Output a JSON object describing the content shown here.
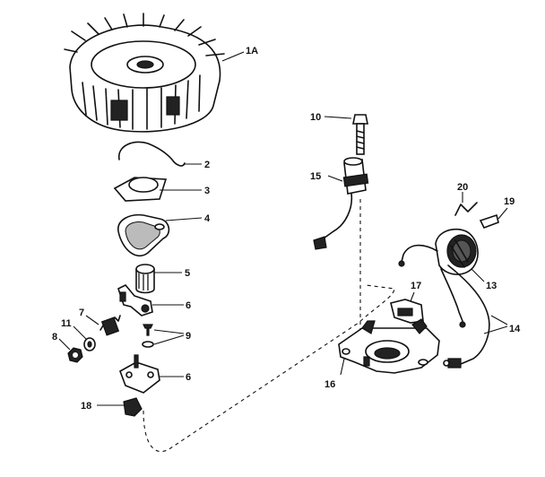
{
  "labels": {
    "flywheel": "1A",
    "spring_clip": "2",
    "retainer": "3",
    "felt_washer": "4",
    "bushing": "5",
    "breaker_arm": "6",
    "spring": "7",
    "nut": "8",
    "screws_washers": "9",
    "bolt": "10",
    "washer": "11",
    "coil": "13",
    "leads": "14",
    "condenser": "15",
    "stator_plate": "16",
    "mount_bracket": "17",
    "grommet": "18",
    "clip": "19",
    "wire_clip": "20",
    "breaker_plate": "6"
  },
  "colors": {
    "ink": "#111111",
    "paper": "#ffffff"
  }
}
